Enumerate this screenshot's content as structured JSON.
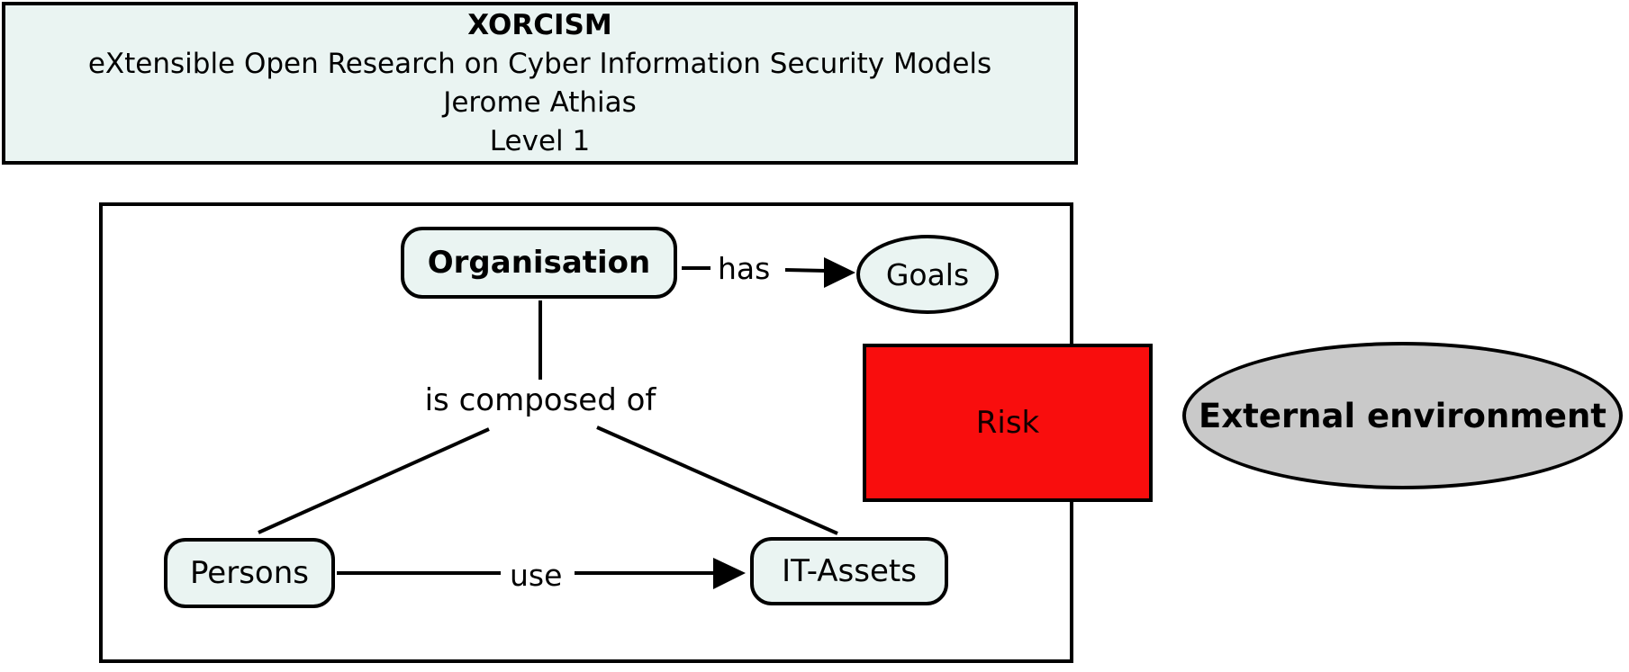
{
  "colors": {
    "node_fill": "#eaf4f2",
    "risk_fill": "#f90d0d",
    "external_fill": "#c9c9c9",
    "stroke": "#000000"
  },
  "header": {
    "title": "XORCISM",
    "subtitle": "eXtensible Open Research on Cyber Information Security Models",
    "author": "Jerome Athias",
    "level": "Level 1"
  },
  "diagram": {
    "nodes": {
      "organisation": "Organisation",
      "goals": "Goals",
      "persons": "Persons",
      "it_assets": "IT-Assets",
      "risk": "Risk",
      "external_environment": "External environment"
    },
    "edges": {
      "has": "has",
      "is_composed_of": "is composed of",
      "use": "use"
    }
  }
}
